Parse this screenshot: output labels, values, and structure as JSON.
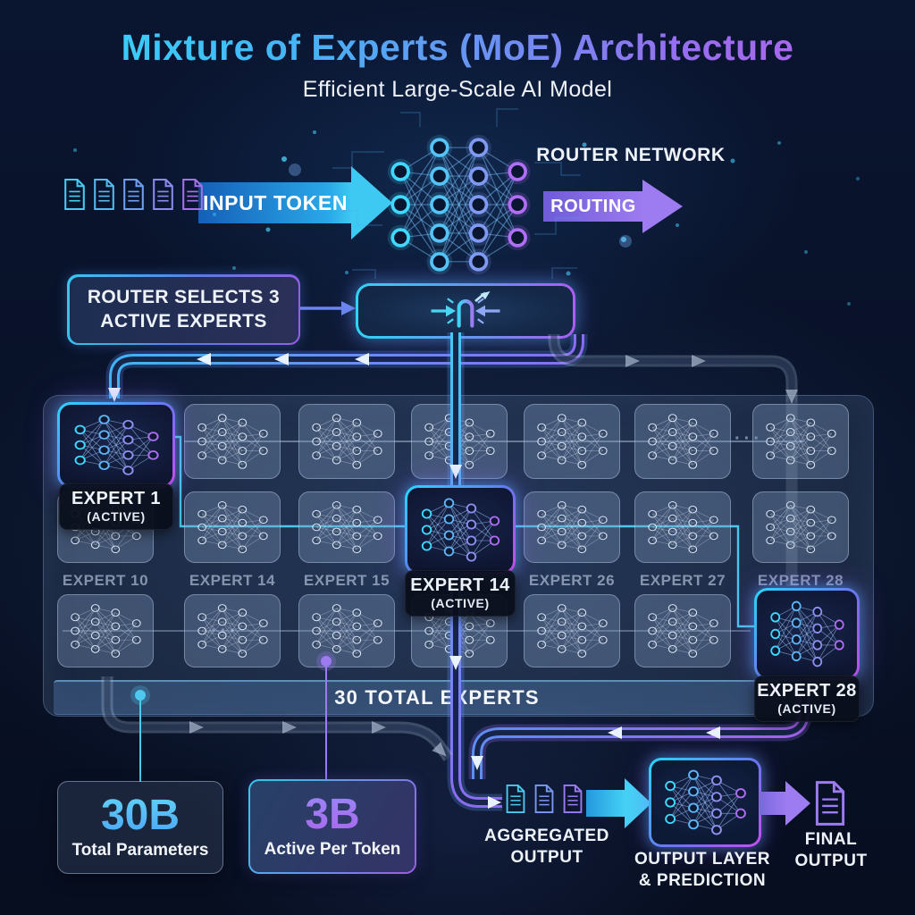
{
  "header": {
    "title": "Mixture of Experts (MoE) Architecture",
    "subtitle": "Efficient Large-Scale AI Model"
  },
  "input_flow": {
    "label": "INPUT TOKEN",
    "doc_count": 5,
    "doc_colors": [
      "#46cdf2",
      "#58b9f2",
      "#6fa0f0",
      "#8b8aee",
      "#a471ea"
    ]
  },
  "router_network": {
    "title": "ROUTER NETWORK",
    "arrow_label": "ROUTING"
  },
  "router": {
    "note_line1": "ROUTER SELECTS 3",
    "note_line2": "ACTIVE EXPERTS"
  },
  "expert_grid": {
    "banner": "30 TOTAL EXPERTS",
    "rows": [
      {
        "cells": [
          {
            "active": true,
            "label": "EXPERT 1",
            "status": "(ACTIVE)"
          },
          {},
          {},
          {},
          {},
          {},
          {
            "ellipsis_before": true
          }
        ]
      },
      {
        "cells": [
          {
            "label": "EXPERT 10"
          },
          {
            "label": "EXPERT 14"
          },
          {
            "label": "EXPERT 15"
          },
          {
            "active": true,
            "label": "EXPERT 14",
            "status": "(ACTIVE)"
          },
          {
            "label": "EXPERT 26"
          },
          {
            "label": "EXPERT 27"
          },
          {
            "label": "EXPERT 28"
          }
        ]
      },
      {
        "cells": [
          {},
          {
            "ellipsis_before": true
          },
          {},
          {},
          {},
          {},
          {
            "active": true,
            "label": "EXPERT 28",
            "status": "(ACTIVE)"
          }
        ]
      }
    ]
  },
  "stats": [
    {
      "value": "30B",
      "label": "Total Parameters",
      "accent": "cyan"
    },
    {
      "value": "3B",
      "label": "Active Per Token",
      "accent": "purple"
    }
  ],
  "output_flow": {
    "aggregated_line1": "AGGREGATED",
    "aggregated_line2": "OUTPUT",
    "doc_colors": [
      "#4fc8f0",
      "#7a9af2",
      "#9d7bf0"
    ],
    "output_layer_line1": "OUTPUT LAYER",
    "output_layer_line2": "& PREDICTION",
    "final_line1": "FINAL",
    "final_line2": "OUTPUT"
  },
  "icons": {
    "document": "doc-icon",
    "neural_network": "neural-network-icon",
    "router_gate": "router-gate-icon",
    "flow_arrow": "arrow-icon"
  },
  "colors": {
    "accent_cyan": "#3fd4f7",
    "accent_blue": "#5b8ef0",
    "accent_purple": "#a766ea",
    "background": "#0a1530",
    "active_border_gradient": [
      "#27d8ff",
      "#6b74f0",
      "#c44ef0"
    ]
  }
}
